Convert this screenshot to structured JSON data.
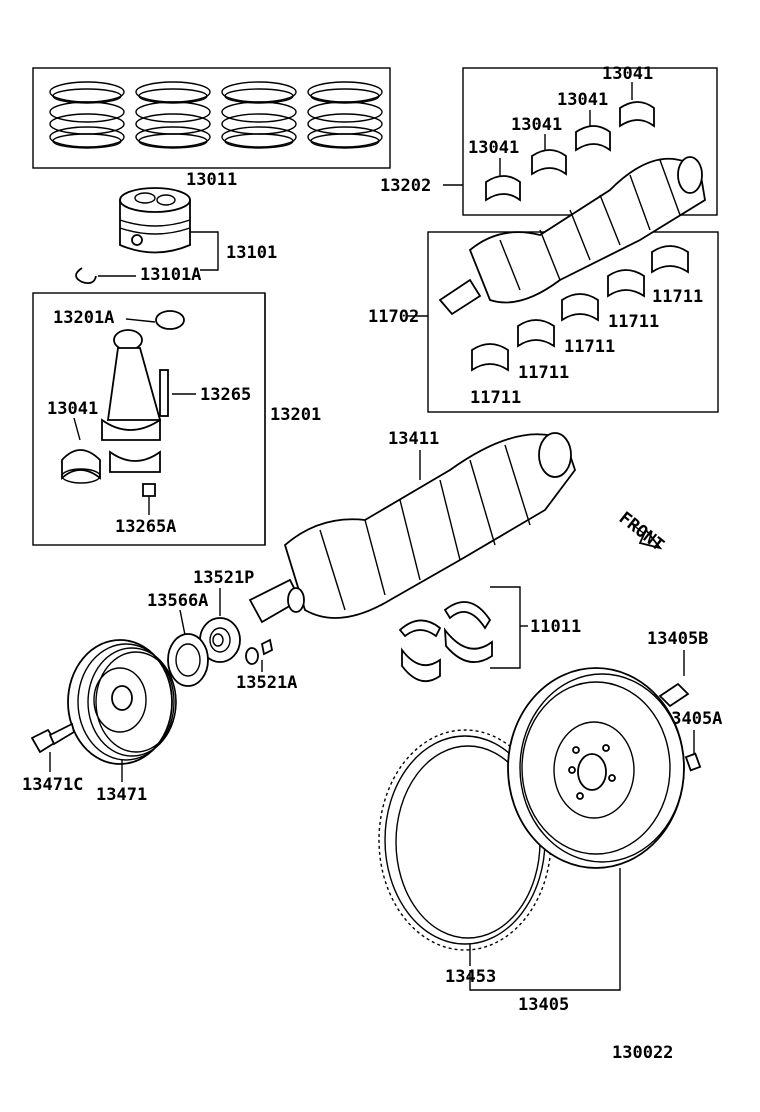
{
  "parts": {
    "p13011": "13011",
    "p13041_a": "13041",
    "p13041_b": "13041",
    "p13041_c": "13041",
    "p13041_d": "13041",
    "p13202": "13202",
    "p13101": "13101",
    "p13101A": "13101A",
    "p11702": "11702",
    "p11711_a": "11711",
    "p11711_b": "11711",
    "p11711_c": "11711",
    "p11711_d": "11711",
    "p11711_e": "11711",
    "p13201A": "13201A",
    "p13265": "13265",
    "p13201": "13201",
    "p13041_e": "13041",
    "p13265A": "13265A",
    "p13411": "13411",
    "p13521P": "13521P",
    "p13566A": "13566A",
    "p13521A": "13521A",
    "p11011": "11011",
    "p13405B": "13405B",
    "p13405A": "13405A",
    "p13471C": "13471C",
    "p13471": "13471",
    "p13453": "13453",
    "p13405": "13405"
  },
  "front_label": "FRONT",
  "diagram_code": "130022",
  "icons": [
    "front-arrow-icon"
  ],
  "colors": {
    "ink": "#000000",
    "paper": "#ffffff"
  }
}
